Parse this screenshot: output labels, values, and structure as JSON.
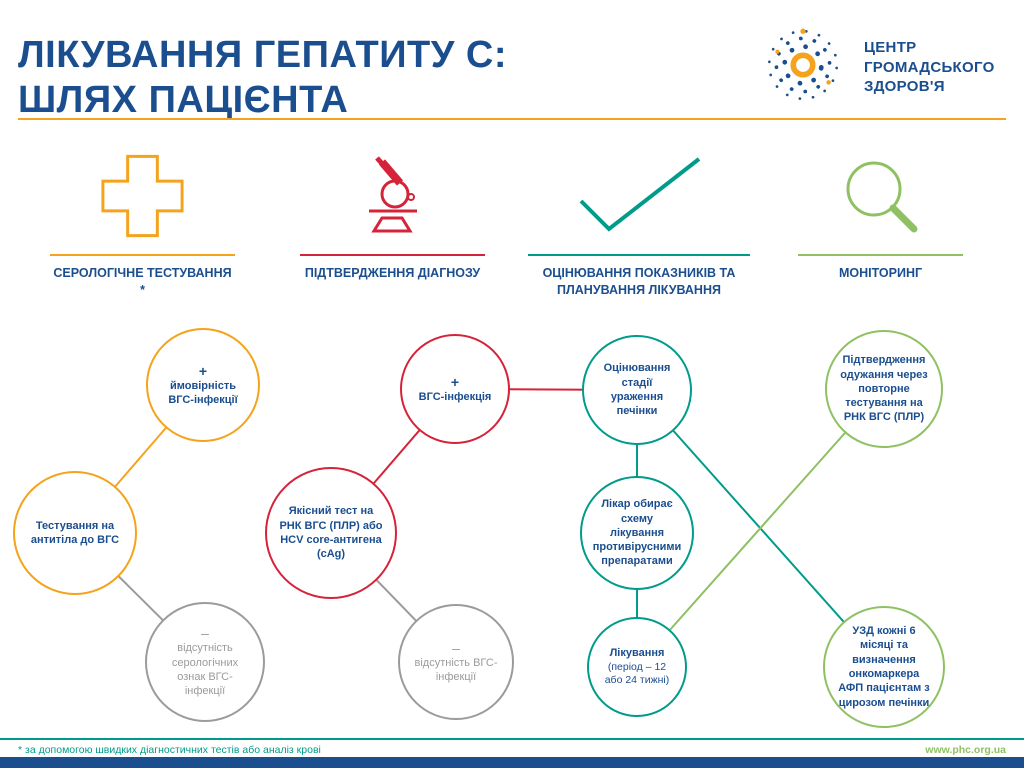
{
  "palette": {
    "navy": "#1B4E8F",
    "orange": "#F5A31C",
    "red": "#D5233A",
    "teal": "#009B8A",
    "green": "#8FC163",
    "gray": "#9B9B9B"
  },
  "header": {
    "title_line1": "ЛІКУВАННЯ ГЕПАТИТУ С:",
    "title_line2": "ШЛЯХ ПАЦІЄНТА",
    "logo": {
      "line1": "ЦЕНТР",
      "line2": "ГРОМАДСЬКОГО",
      "line3": "ЗДОРОВ'Я"
    }
  },
  "columns": [
    {
      "label": "СЕРОЛОГІЧНЕ ТЕСТУВАННЯ *",
      "icon": "plus-cross-icon",
      "color": "#F5A31C"
    },
    {
      "label": "ПІДТВЕРДЖЕННЯ ДІАГНОЗУ",
      "icon": "microscope-icon",
      "color": "#D5233A"
    },
    {
      "label": "ОЦІНЮВАННЯ ПОКАЗНИКІВ ТА ПЛАНУВАННЯ ЛІКУВАННЯ",
      "icon": "checkmark-icon",
      "color": "#009B8A"
    },
    {
      "label": "МОНІТОРИНГ",
      "icon": "magnifier-icon",
      "color": "#8FC163"
    }
  ],
  "nodes": {
    "s_pos": {
      "sign": "+",
      "text": "ймовірність ВГС-інфекції"
    },
    "s_test": {
      "text": "Тестування на антитіла до ВГС"
    },
    "s_neg": {
      "sign": "–",
      "text": "відсутність серологічних ознак ВГС-інфекції"
    },
    "d_pos": {
      "sign": "+",
      "text": "ВГС-інфекція"
    },
    "d_test": {
      "text": "Якісний тест на РНК ВГС (ПЛР) або HCV core-антигена (cAg)"
    },
    "d_neg": {
      "sign": "–",
      "text": "відсутність ВГС-інфекції"
    },
    "e_stage": {
      "text": "Оцінювання стадії ураження печінки"
    },
    "e_doctor": {
      "text": "Лікар обирає схему лікування противірусними препаратами"
    },
    "e_treat": {
      "title": "Лікування",
      "text": "(період – 12 або 24 тижні)"
    },
    "m_confirm": {
      "text": "Підтвердження одужання через повторне тестування на РНК ВГС (ПЛР)"
    },
    "m_ultrasound": {
      "text": "УЗД кожні 6 місяці та визначення онкомаркера АФП пацієнтам з цирозом печінки"
    }
  },
  "footer": {
    "note": "* за допомогою швидких діагностичних тестів або аналіз крові",
    "site": "www.phc.org.ua"
  }
}
